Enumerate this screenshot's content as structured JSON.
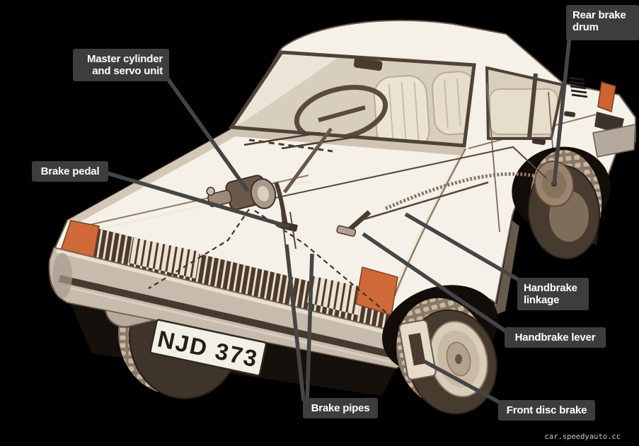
{
  "page": {
    "background_color": "#000000",
    "watermark": "car.speedyauto.cc"
  },
  "diagram": {
    "license_plate": "NJD 373",
    "labels": [
      {
        "id": "master-cylinder",
        "text": "Master cylinder and servo unit"
      },
      {
        "id": "brake-pedal",
        "text": "Brake pedal"
      },
      {
        "id": "rear-brake-drum",
        "text": "Rear brake drum"
      },
      {
        "id": "handbrake-linkage",
        "text": "Handbrake linkage"
      },
      {
        "id": "handbrake-lever",
        "text": "Handbrake lever"
      },
      {
        "id": "front-disc-brake",
        "text": "Front disc brake"
      },
      {
        "id": "brake-pipes",
        "text": "Brake pipes"
      }
    ],
    "colors": {
      "label_background": "#3d3d3d",
      "label_text": "#ffffff",
      "leader_line": "#454545",
      "car_body": "#f5f1e9",
      "indicator_orange": "#cf6a38",
      "tire_dark": "#473a2e",
      "background": "#000000"
    }
  }
}
